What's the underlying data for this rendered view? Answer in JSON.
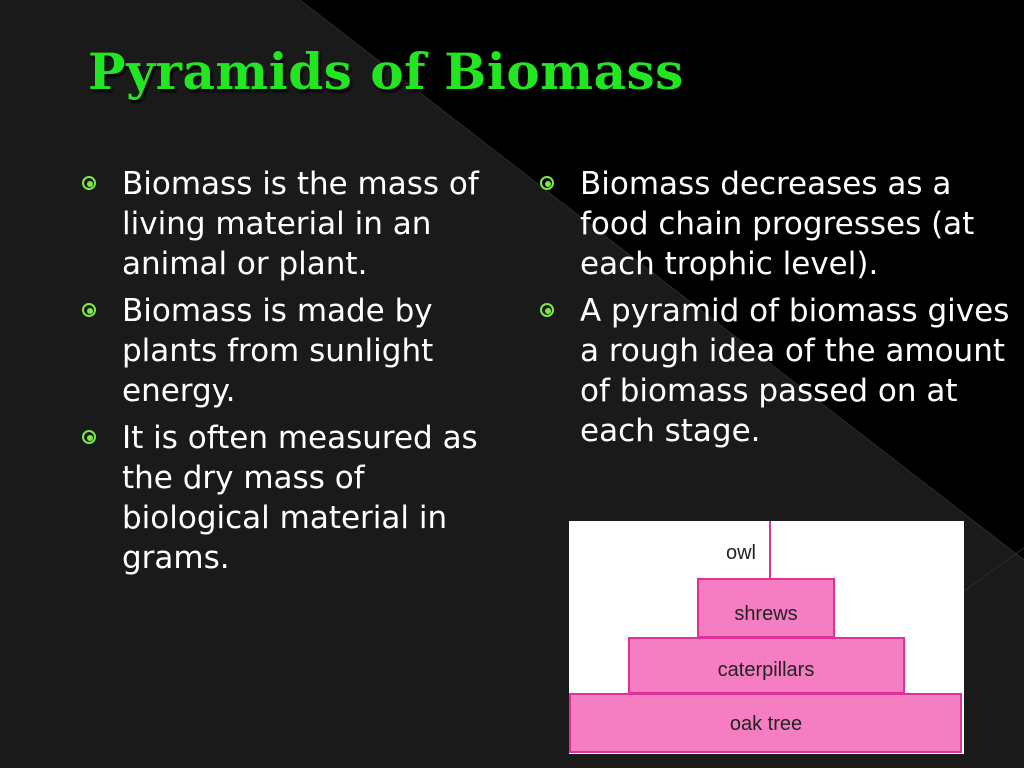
{
  "slide": {
    "title": "Pyramids of Biomass",
    "colors": {
      "background": "#000000",
      "diagonal_panel": "#1a1a1a",
      "title": "#22e622",
      "bullet": "#7ee84a",
      "text": "#ffffff",
      "pyramid_fill": "#f57ec2",
      "pyramid_stroke": "#e0309a"
    },
    "left_bullets": [
      "Biomass is the mass of living material in an animal or plant.",
      "Biomass is made by plants from sunlight energy.",
      "It is often measured as the dry mass of biological material in grams."
    ],
    "right_bullets": [
      "Biomass decreases as a food chain progresses (at each trophic level).",
      "A pyramid of biomass gives a rough idea of the amount of biomass passed on at each stage."
    ]
  },
  "pyramid": {
    "levels": [
      "owl",
      "shrews",
      "caterpillars",
      "oak tree"
    ]
  }
}
